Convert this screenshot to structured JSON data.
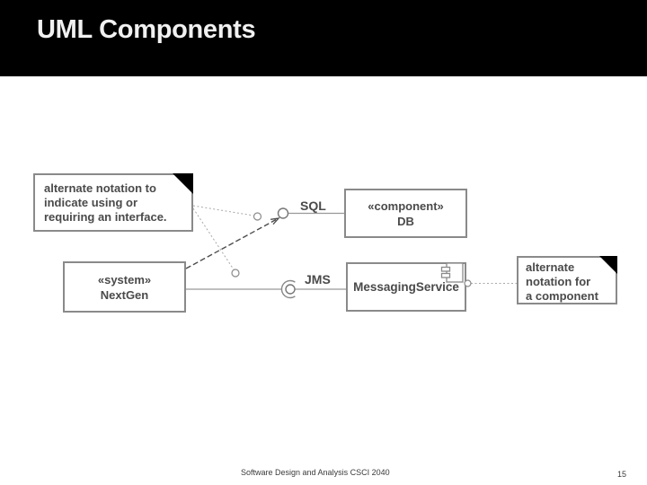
{
  "slide": {
    "title": "UML Components",
    "footer": {
      "course": "Software Design and Analysis CSCI 2040",
      "page_number": "15"
    }
  },
  "diagram": {
    "interface_note": {
      "line1": "alternate notation to",
      "line2": "indicate using or",
      "line3": "requiring an interface."
    },
    "component_note": {
      "line1": "alternate",
      "line2": "notation for",
      "line3": "a component"
    },
    "nextgen_component": {
      "stereotype": "«system»",
      "name": "NextGen"
    },
    "db_component": {
      "stereotype": "«component»",
      "name": "DB"
    },
    "messaging_component": {
      "name": "MessagingService"
    },
    "sql_interface_label": "SQL",
    "jms_interface_label": "JMS"
  },
  "colors": {
    "header_background": "#000000",
    "title_text": "#f1f1f1",
    "box_border": "#8a8a8a",
    "diagram_text": "#4a4a4a",
    "dependency_line": "#4d4d4d",
    "connector_line": "#999999",
    "note_fold": "#000000"
  }
}
